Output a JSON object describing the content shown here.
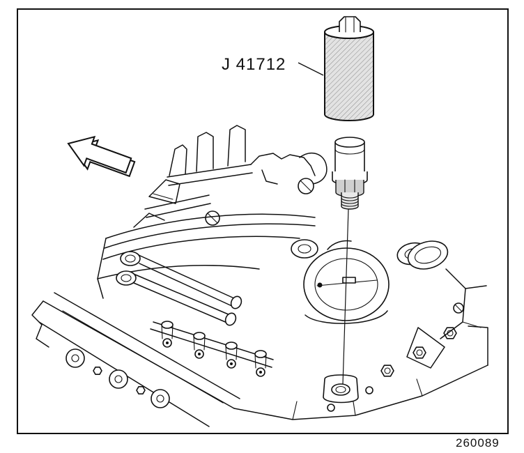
{
  "figure": {
    "tool_label": "J 41712",
    "figure_number": "260089"
  },
  "icons": {
    "direction_arrow": "block-arrow-pointing-upper-left"
  },
  "colors": {
    "line": "#111111",
    "background": "#ffffff"
  }
}
